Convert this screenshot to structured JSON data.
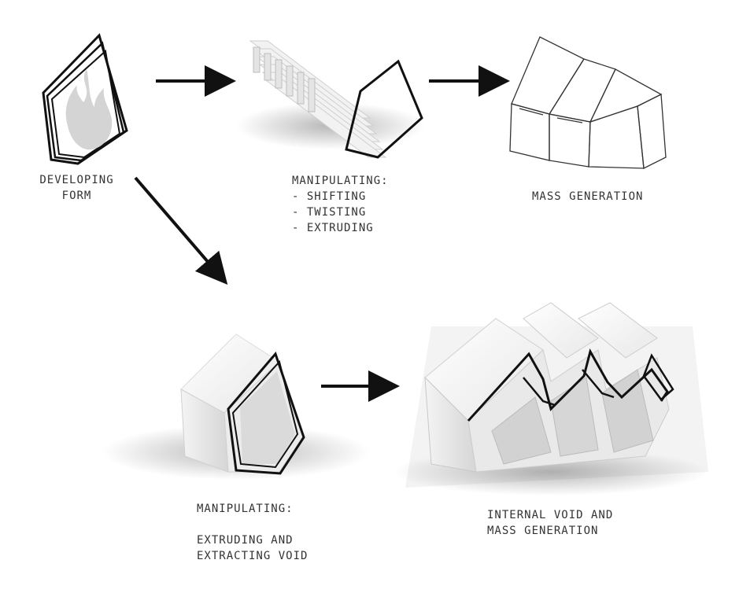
{
  "labels": {
    "developing_form": [
      "DEVELOPING",
      "FORM"
    ],
    "manipulating_1": {
      "title": "MANIPULATING:",
      "items": [
        "- SHIFTING",
        "- TWISTING",
        "- EXTRUDING"
      ]
    },
    "mass_generation": "MASS GENERATION",
    "manipulating_2": {
      "title": "MANIPULATING:",
      "line1": "EXTRUDING AND",
      "line2": "EXTRACTING VOID"
    },
    "internal_void": [
      "INTERNAL VOID AND",
      "MASS GENERATION"
    ]
  },
  "icons": {
    "flame": "flame-icon"
  }
}
